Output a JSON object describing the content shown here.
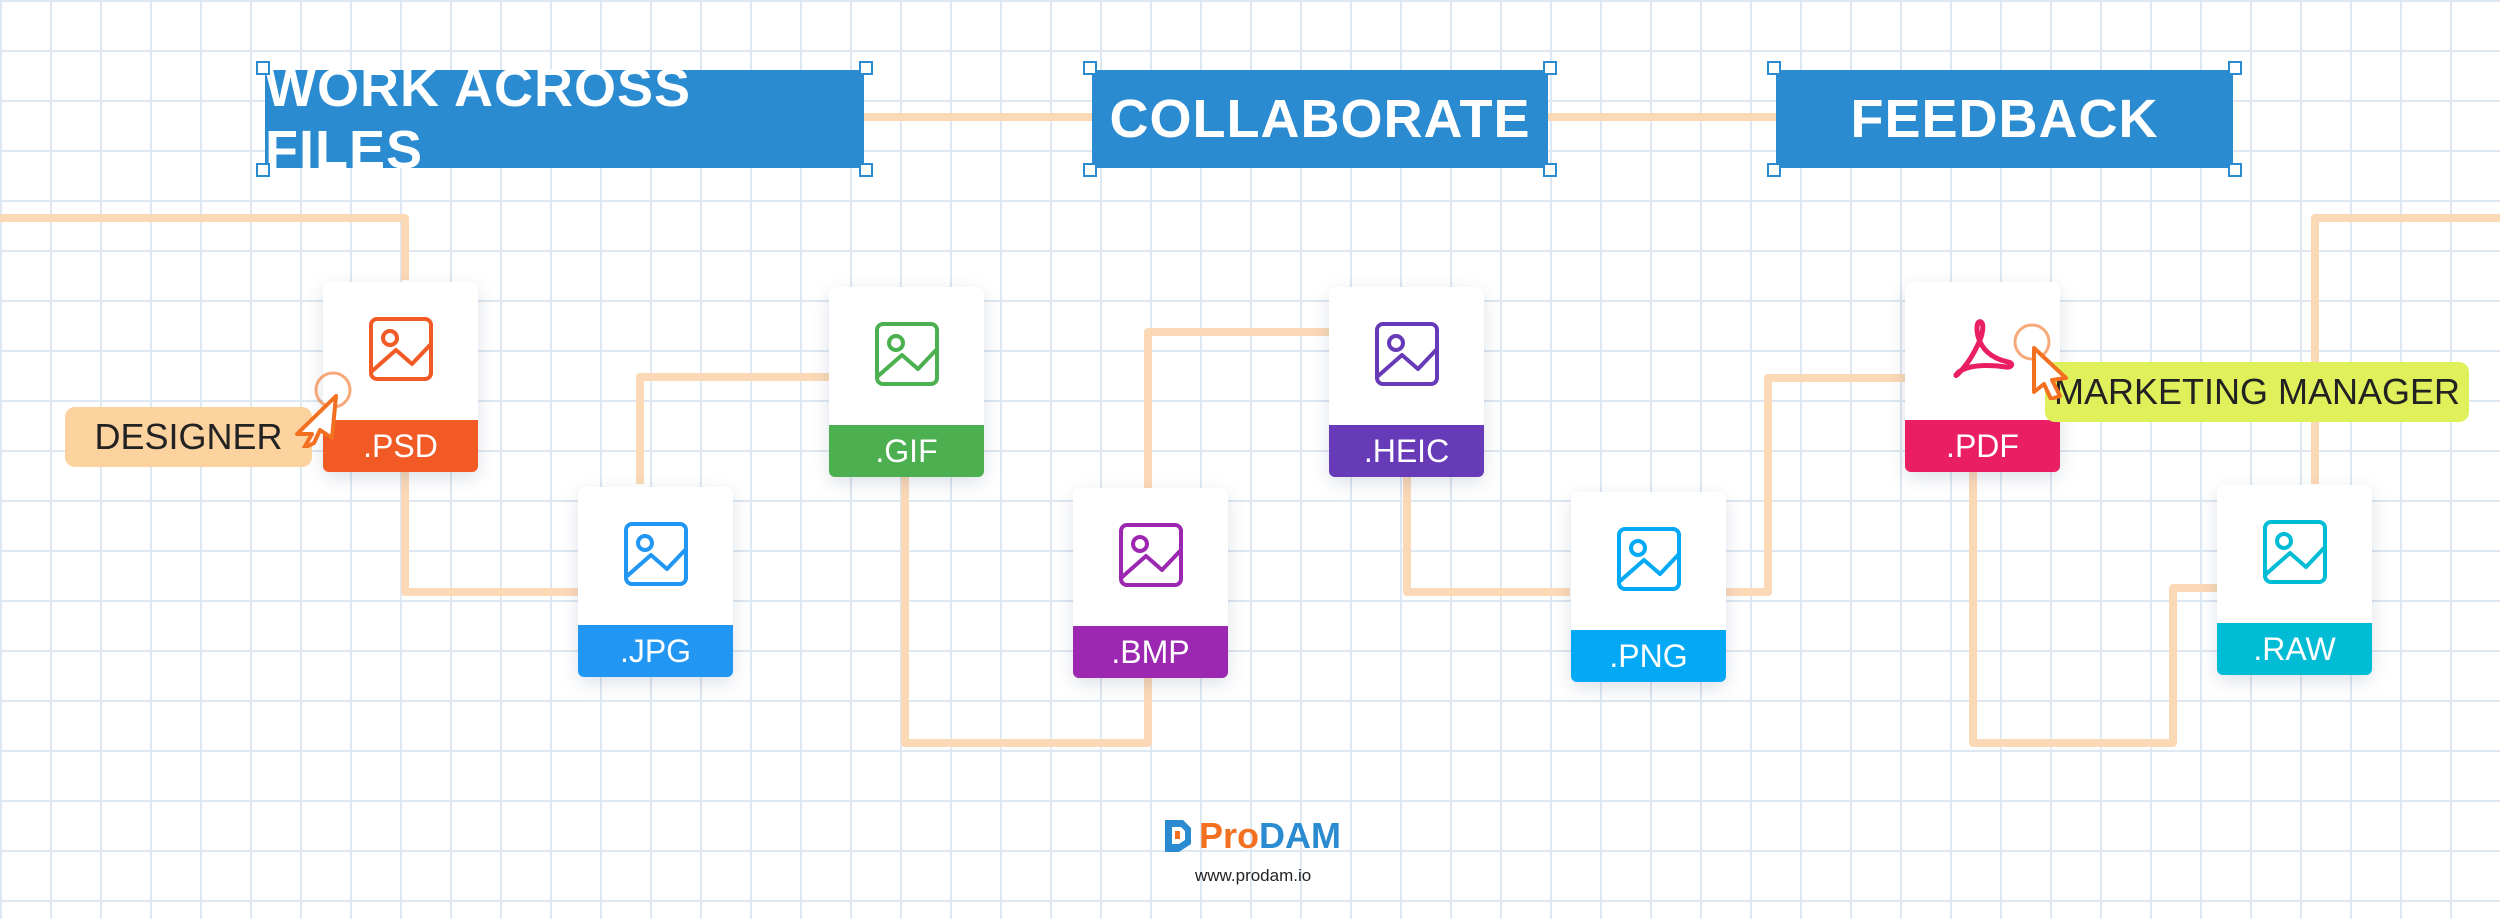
{
  "banners": {
    "work": "WORK ACROSS FILES",
    "collaborate": "COLLABORATE",
    "feedback": "FEEDBACK"
  },
  "files": {
    "psd": {
      "label": ".PSD",
      "color": "#f15a24",
      "icon": "image-icon"
    },
    "jpg": {
      "label": ".JPG",
      "color": "#2196f3",
      "icon": "image-icon"
    },
    "gif": {
      "label": ".GIF",
      "color": "#4caf50",
      "icon": "image-icon"
    },
    "bmp": {
      "label": ".BMP",
      "color": "#9c27b0",
      "icon": "image-icon"
    },
    "heic": {
      "label": ".HEIC",
      "color": "#673ab7",
      "icon": "image-icon"
    },
    "png": {
      "label": ".PNG",
      "color": "#03a9f4",
      "icon": "image-icon"
    },
    "pdf": {
      "label": ".PDF",
      "color": "#e91e63",
      "icon": "acrobat-icon"
    },
    "raw": {
      "label": ".RAW",
      "color": "#00bcd4",
      "icon": "image-icon"
    }
  },
  "tags": {
    "designer": "DESIGNER",
    "marketing_manager": "MARKETING MANAGER"
  },
  "colors": {
    "banner": "#2a8bd0",
    "connector": "#fcd9b6",
    "designer_tag": "#fcd29f",
    "manager_tag": "#dff05a",
    "cursor": "#f37021"
  },
  "brand": {
    "name_pro": "Pro",
    "name_dam": "DAM",
    "url": "www.prodam.io"
  }
}
